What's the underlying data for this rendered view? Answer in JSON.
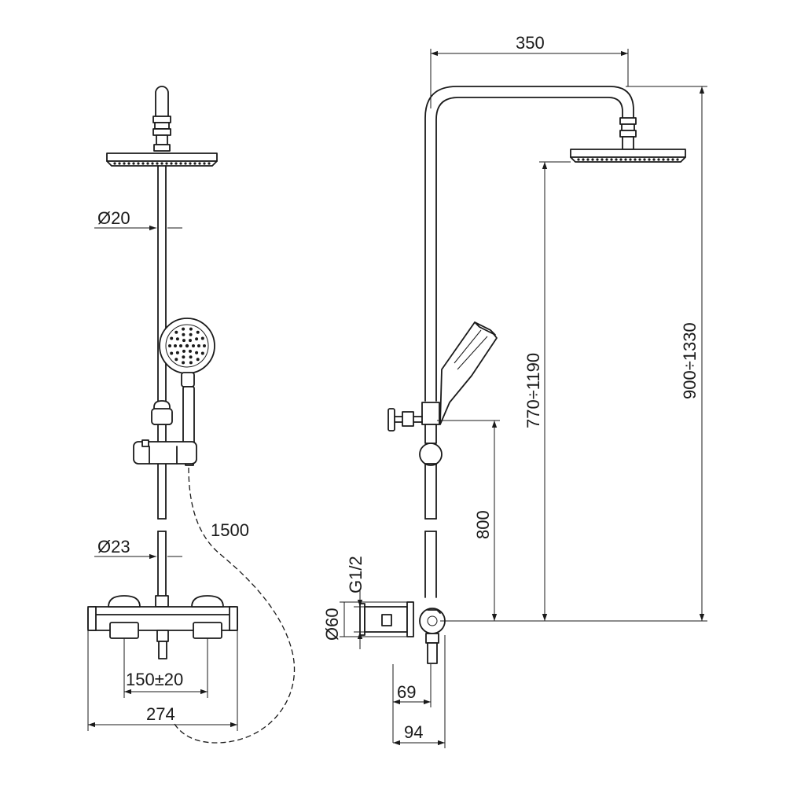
{
  "dimensions": {
    "rod_diameter": "Ø20",
    "pipe_diameter": "Ø23",
    "hose_length": "1500",
    "mixer_spacing": "150±20",
    "mixer_width": "274",
    "arm_projection": "350",
    "head_height": "770÷1190",
    "overall_height": "900÷1330",
    "slider_height": "800",
    "inlet_thread": "G1/2",
    "escutcheon_diameter": "Ø60",
    "wall_distance_small": "69",
    "wall_distance_large": "94"
  }
}
